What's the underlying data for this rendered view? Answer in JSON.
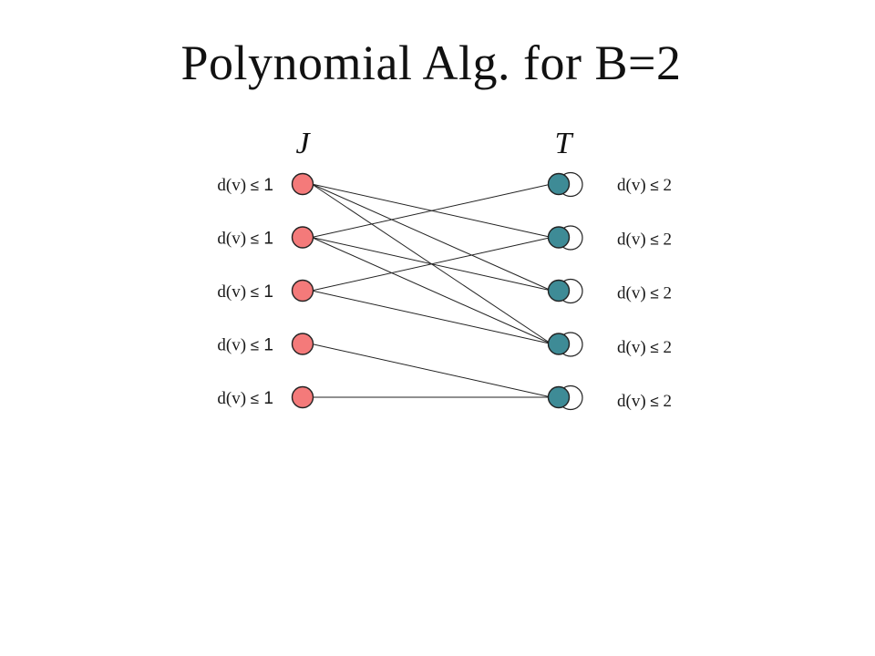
{
  "title": "Polynomial Alg. for B=2",
  "left_set": {
    "label": "J",
    "degree_text": "d(v)",
    "degree_symbol": "≤",
    "degree_bound": "1",
    "node_count": 5,
    "node_color": "#f47a7a"
  },
  "right_set": {
    "label": "T",
    "degree_text": "d(v)",
    "degree_symbol": "≤",
    "degree_bound": "2",
    "node_count": 5,
    "node_color": "#3e8b96",
    "self_loops": true
  },
  "edges": [
    {
      "from": 0,
      "to": 1
    },
    {
      "from": 0,
      "to": 2
    },
    {
      "from": 0,
      "to": 3
    },
    {
      "from": 1,
      "to": 0
    },
    {
      "from": 1,
      "to": 2
    },
    {
      "from": 1,
      "to": 3
    },
    {
      "from": 2,
      "to": 1
    },
    {
      "from": 2,
      "to": 3
    },
    {
      "from": 3,
      "to": 4
    },
    {
      "from": 4,
      "to": 4
    }
  ]
}
